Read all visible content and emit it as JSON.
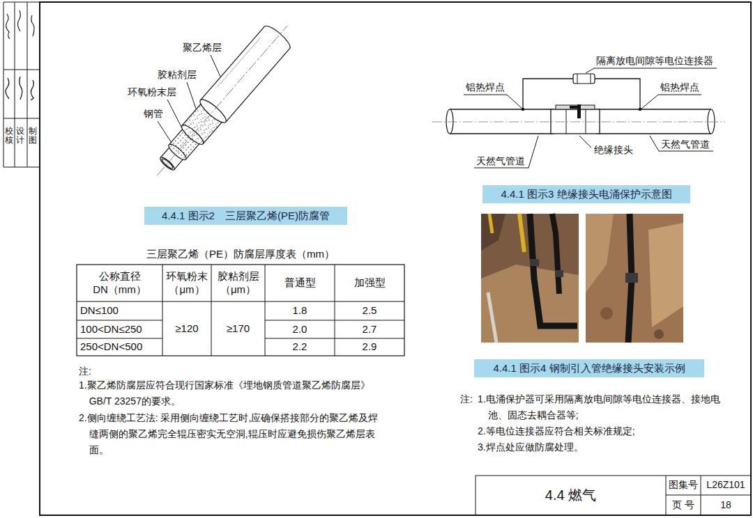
{
  "diagram": {
    "title": "4.4 燃气",
    "nodes": [
      {
        "text": [
          "4.4.1 图示2　三层聚乙烯(PE)防腐管"
        ]
      },
      {
        "text": [
          "4.4.1 图示3 绝缘接头电涌保护示意图"
        ]
      },
      {
        "text": [
          "4.4.1 图示4 钢制引入管绝缘接头安装示例"
        ]
      }
    ],
    "labels": [
      "校核",
      "设计",
      "制图",
      "聚乙烯层",
      "胶粘剂层",
      "环氧粉末层",
      "钢管",
      "三层聚乙烯（PE）防腐层厚度表（mm）",
      "公称直径 DN（mm）",
      "环氧粉末 （μm）",
      "胶粘剂层 （μm）",
      "普通型",
      "加强型",
      "DN≤100",
      "≥120",
      "≥170",
      "1.8",
      "2.5",
      "100<DN≤250",
      "2.0",
      "2.7",
      "250<DN<500",
      "2.2",
      "2.9",
      "注:",
      "1.聚乙烯防腐层应符合现行国家标准《埋地钢质管道聚乙烯防腐层》GB/T 23257的要求。",
      "2.侧向缠绕工艺法: 采用侧向缠绕工艺时,应确保搭接部分的聚乙烯及焊缝两侧的聚乙烯完全辊压密实无空洞,辊压时应避免损伤聚乙烯层表面。",
      "隔离放电间隙等电位连接器",
      "铝热焊点",
      "铝热焊点",
      "天然气管道",
      "绝缘接头",
      "天然气管道",
      "注:",
      "1.电涌保护器可采用隔离放电间隙等电位连接器、接地电池、固态去耦合器等;",
      "2.等电位连接器应符合相关标准规定;",
      "3.焊点处应做防腐处理。",
      "图集号",
      "L26Z101",
      "页 号",
      "18"
    ]
  }
}
